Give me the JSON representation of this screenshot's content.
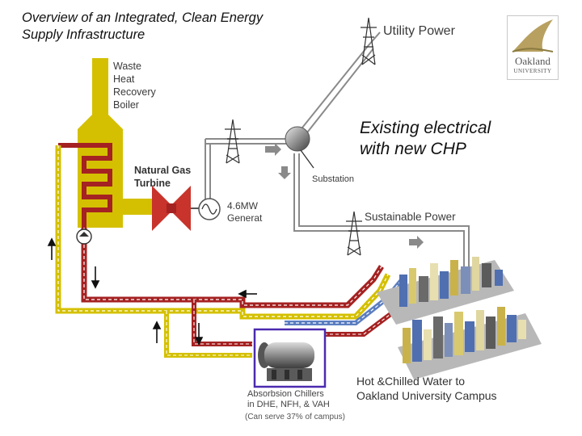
{
  "title_line1": "Overview of an Integrated, Clean Energy",
  "title_line2": "Supply Infrastructure",
  "boiler_label": [
    "Waste",
    "Heat",
    "Recovery",
    "Boiler"
  ],
  "turbine_label": [
    "Natural Gas",
    "Turbine"
  ],
  "generator_label": [
    "4.6MW",
    "Generat"
  ],
  "utility_label": "Utility Power",
  "existing_label": [
    "Existing electrical",
    "with new CHP"
  ],
  "substation_label": "Substation",
  "sustainable_label": "Sustainable Power",
  "campus_label": [
    "Hot &Chilled Water to",
    "Oakland University Campus"
  ],
  "chiller_label": [
    "Absorbsion Chillers",
    "in DHE, NFH, & VAH"
  ],
  "chiller_note": "(Can serve 37% of campus)",
  "logo_text": [
    "Oakland",
    "UNIVERSITY"
  ],
  "colors": {
    "boiler": "#d4c000",
    "hot_water": "#a52222",
    "chilled": "#5b7ec0",
    "turbine": "#c8332b",
    "wire": "#8a8a8a",
    "chiller_box": "#4a2bb0"
  }
}
